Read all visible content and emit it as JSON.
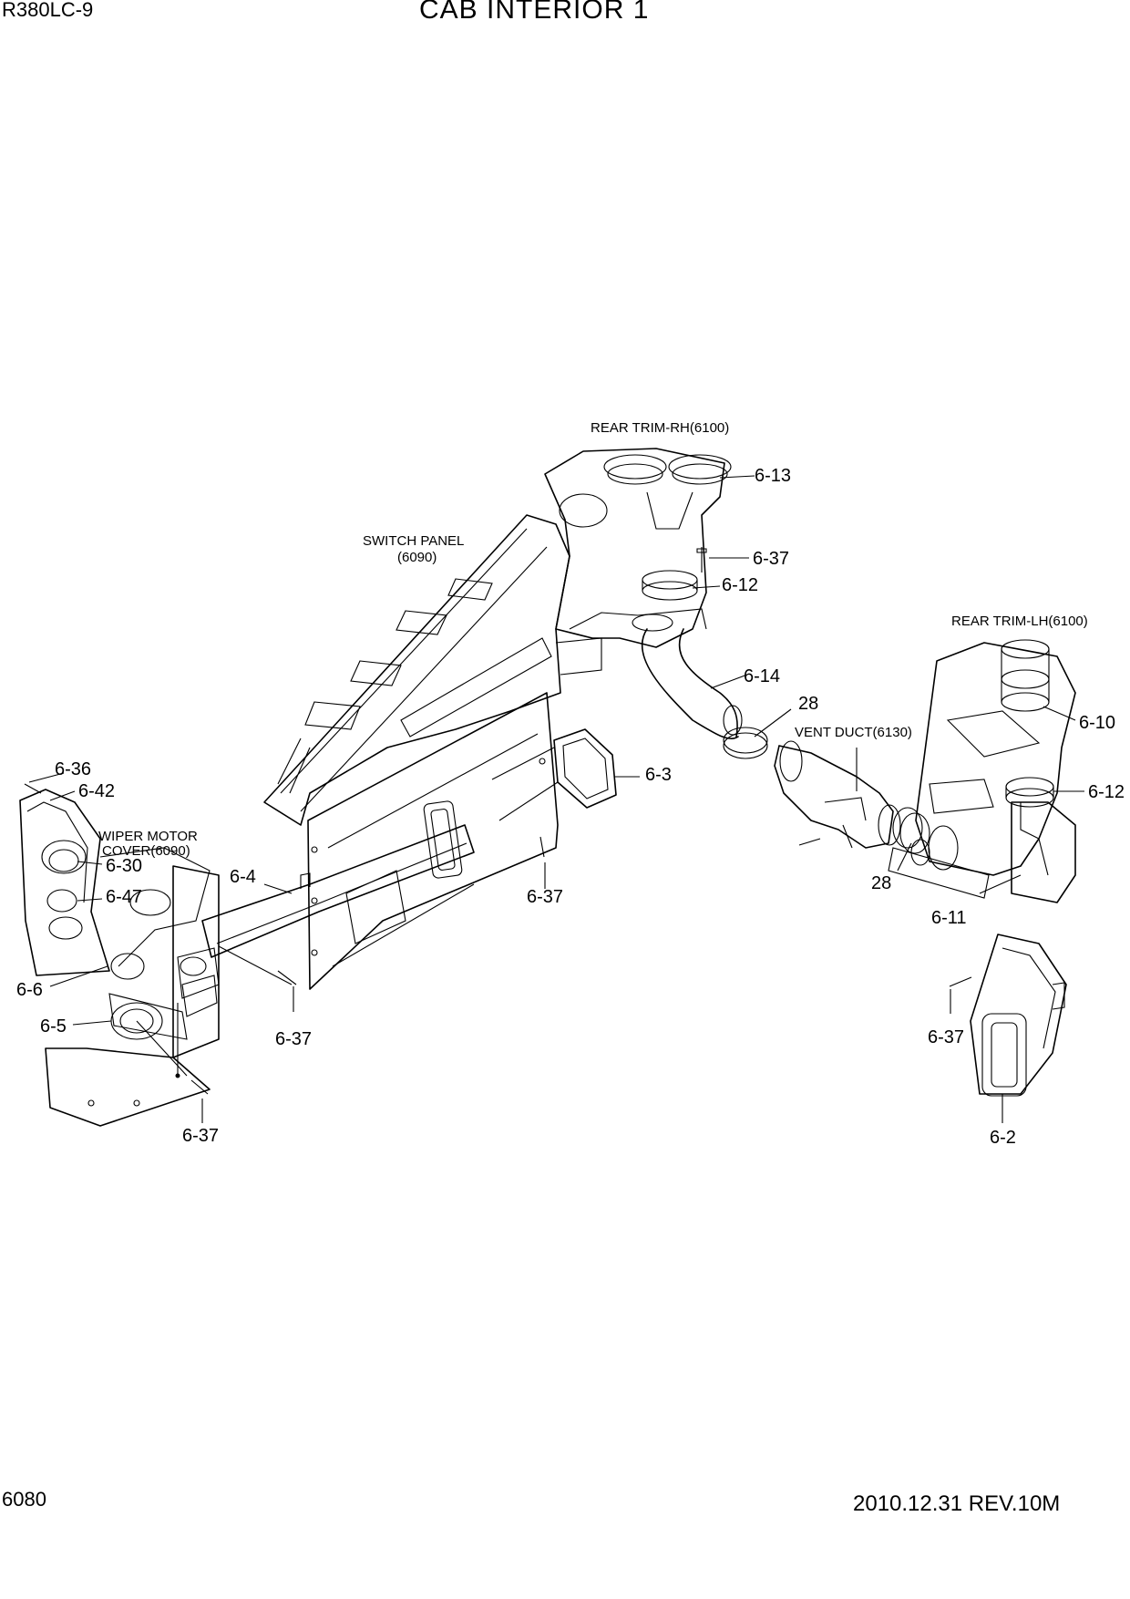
{
  "header": {
    "model": "R380LC-9",
    "title": "CAB INTERIOR 1"
  },
  "footer": {
    "page_number": "6080",
    "revision": "2010.12.31 REV.10M"
  },
  "notes": {
    "rear_trim_rh": "REAR TRIM-RH(6100)",
    "switch_panel_line1": "SWITCH PANEL",
    "switch_panel_line2": "(6090)",
    "rear_trim_lh": "REAR TRIM-LH(6100)",
    "vent_duct": "VENT DUCT(6130)",
    "wiper_motor_line1": "WIPER MOTOR",
    "wiper_motor_line2": "COVER(6090)"
  },
  "callouts": {
    "c_6_13": "6-13",
    "c_6_37_top": "6-37",
    "c_6_12_top": "6-12",
    "c_6_14": "6-14",
    "c_28_top": "28",
    "c_6_10": "6-10",
    "c_6_12_right": "6-12",
    "c_28_bottom": "28",
    "c_6_11": "6-11",
    "c_6_3": "6-3",
    "c_6_37_mid": "6-37",
    "c_6_4": "6-4",
    "c_6_36": "6-36",
    "c_6_42": "6-42",
    "c_6_30": "6-30",
    "c_6_47": "6-47",
    "c_6_6": "6-6",
    "c_6_5": "6-5",
    "c_6_37_left": "6-37",
    "c_6_37_bottom": "6-37",
    "c_6_37_right": "6-37",
    "c_6_2": "6-2"
  }
}
